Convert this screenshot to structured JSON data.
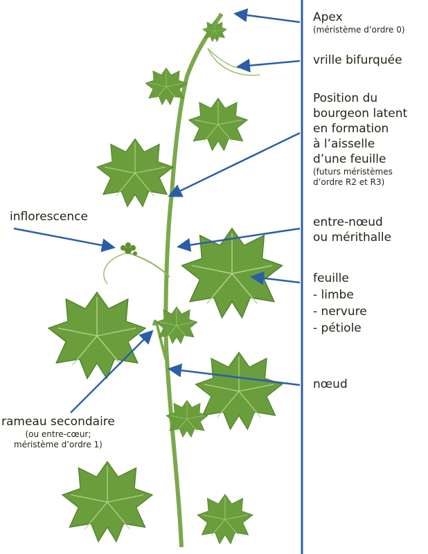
{
  "colors": {
    "arrow": "#2b5ea7",
    "stem": "#7aa94a",
    "leaf": "#6a9e3c",
    "leaf_dark": "#4f7f2b"
  },
  "labels": {
    "apex": {
      "title": "Apex",
      "sub": "(méristème d’ordre 0)"
    },
    "vrille": {
      "title": "vrille bifurquée"
    },
    "bourgeon": {
      "lines": [
        "Position du",
        "bourgeon latent",
        "en formation",
        "à l’aisselle",
        "d’une feuille"
      ],
      "sub": [
        "(futurs méristèmes",
        "d’ordre R2 et R3)"
      ]
    },
    "entre_noeud": {
      "lines": [
        "entre-nœud",
        "ou mérithalle"
      ]
    },
    "feuille": {
      "lines": [
        "feuille",
        "- limbe",
        "- nervure",
        "- pétiole"
      ]
    },
    "noeud": {
      "title": "nœud"
    },
    "inflorescence": {
      "title": "inflorescence"
    },
    "rameau": {
      "title": "rameau secondaire",
      "sub": [
        "(ou entre-cœur;",
        "méristème d’ordre 1)"
      ]
    }
  }
}
